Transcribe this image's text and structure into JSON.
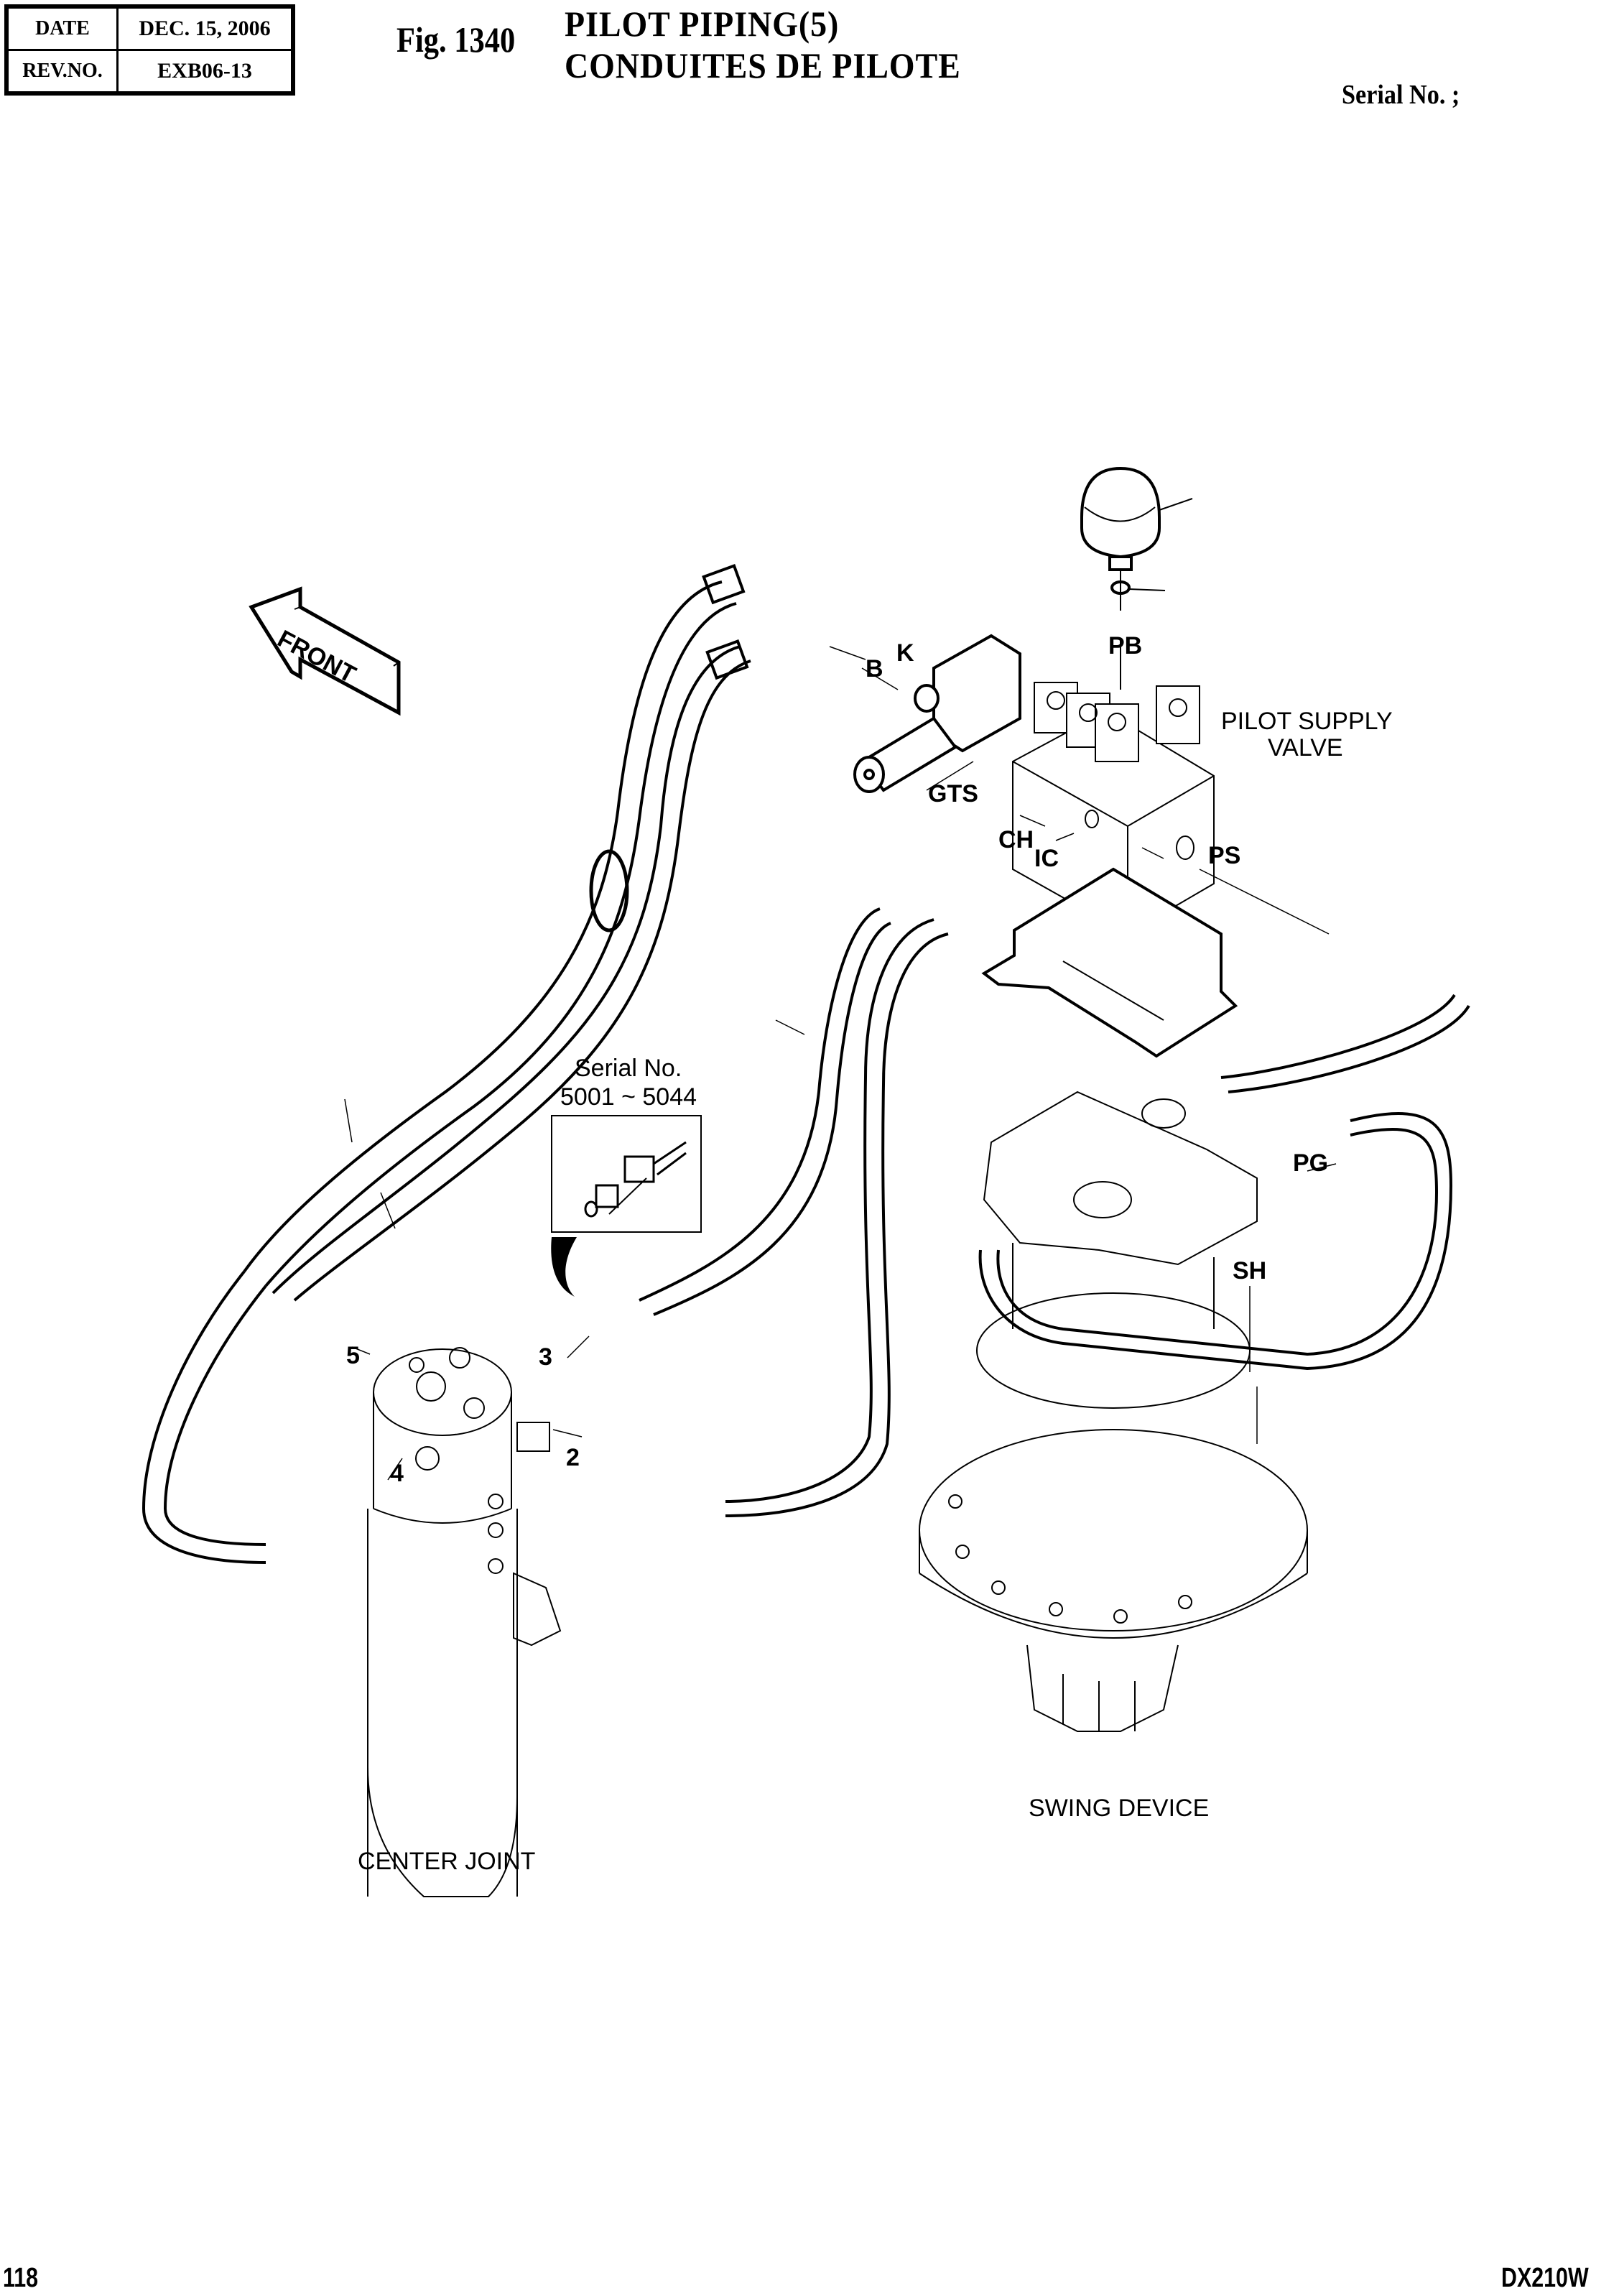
{
  "header": {
    "date_label": "DATE",
    "date_value": "DEC. 15, 2006",
    "rev_label": "REV.NO.",
    "rev_value": "EXB06-13",
    "figure_number": "Fig. 1340",
    "title_en": "PILOT PIPING(5)",
    "title_fr": "CONDUITES DE PILOTE",
    "serial_label": "Serial No. ;"
  },
  "footer": {
    "page_number": "118",
    "model": "DX210W"
  },
  "diagram": {
    "front_arrow": "FRONT",
    "components": {
      "pilot_supply_valve": "PILOT SUPPLY\nVALVE",
      "pilot_supply_valve_line1": "PILOT SUPPLY",
      "pilot_supply_valve_line2": "VALVE",
      "swing_device": "SWING DEVICE",
      "center_joint": "CENTER JOINT"
    },
    "inset": {
      "line1": "Serial No.",
      "line2": "5001 ~ 5044"
    },
    "port_labels": {
      "pb": "PB",
      "k": "K",
      "b": "B",
      "gts": "GTS",
      "ch": "CH",
      "ic": "IC",
      "ps": "PS",
      "pg": "PG",
      "sh": "SH",
      "p2": "2",
      "p3": "3",
      "p4": "4",
      "p5": "5"
    }
  }
}
